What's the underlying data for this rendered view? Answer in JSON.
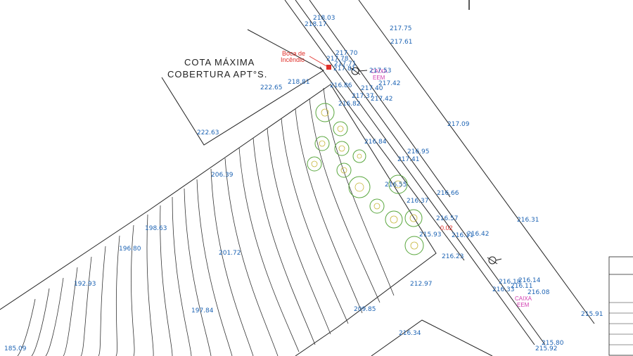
{
  "title": {
    "line1": "COTA MÁXIMA",
    "line2": "COBERTURA APT°S."
  },
  "labels": {
    "hydrant_line1": "Boca de",
    "hydrant_line2": "Incêndio",
    "box_top_line1": "CAIXA",
    "box_top_line2": "EEM",
    "box_bottom_line1": "CAIXA",
    "box_bottom_line2": "EEM",
    "mid_tag": "0.02"
  },
  "elevations": [
    "218.03",
    "218.17",
    "217.75",
    "217.61",
    "217.70",
    "217.78",
    "217.71",
    "217.81",
    "222.65",
    "218.81",
    "217.53",
    "217.42",
    "217.40",
    "217.37",
    "217.42",
    "216.86",
    "216.82",
    "222.63",
    "217.09",
    "216.84",
    "216.95",
    "217.41",
    "206.39",
    "216.66",
    "216.37",
    "216.55",
    "216.57",
    "216.42",
    "215.93",
    "216.11",
    "216.31",
    "198.63",
    "196.80",
    "201.72",
    "216.23",
    "216.18",
    "216.14",
    "216.11",
    "216.33",
    "216.08",
    "192.93",
    "212.97",
    "197.84",
    "209.85",
    "215.91",
    "216.34",
    "215.80",
    "215.92",
    "185.09"
  ]
}
